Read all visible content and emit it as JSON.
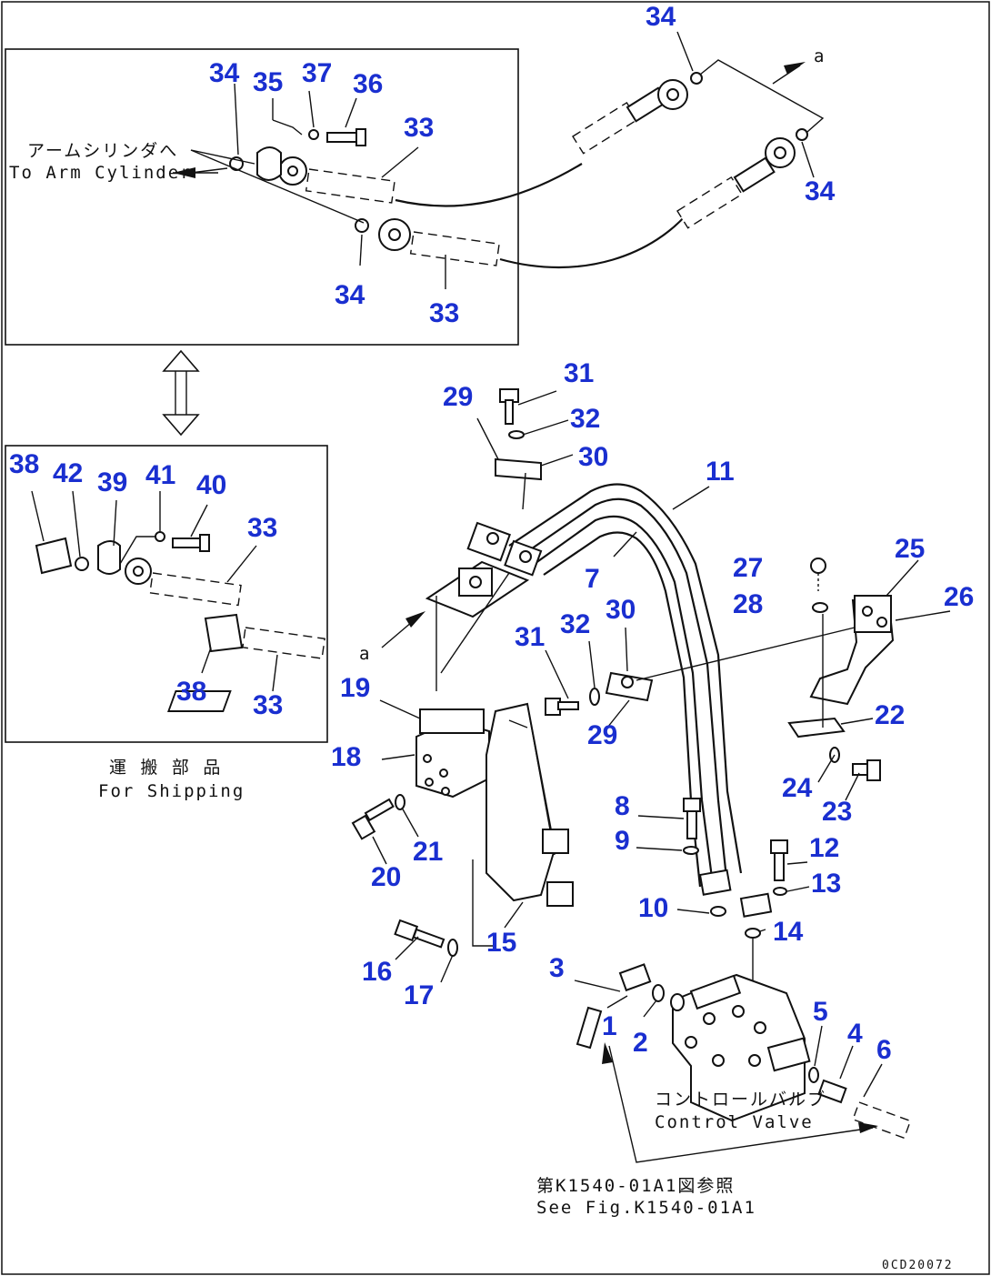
{
  "callouts": [
    "1",
    "2",
    "3",
    "4",
    "5",
    "6",
    "7",
    "8",
    "9",
    "10",
    "11",
    "12",
    "13",
    "14",
    "15",
    "16",
    "17",
    "18",
    "19",
    "20",
    "21",
    "22",
    "23",
    "24",
    "25",
    "26",
    "27",
    "28",
    "29",
    "30",
    "31",
    "32",
    "33",
    "34",
    "35",
    "36",
    "37",
    "38",
    "39",
    "40",
    "41",
    "42"
  ],
  "labels": {
    "arm_cylinder_jp": "アームシリンダへ",
    "arm_cylinder_en": "To Arm Cylinder",
    "shipping_jp": "運 搬 部 品",
    "shipping_en": "For Shipping",
    "control_valve_jp": "コントロールバルブ",
    "control_valve_en": "Control Valve",
    "see_fig_jp": "第K1540-01A1図参照",
    "see_fig_en": "See Fig.K1540-01A1",
    "ref_a": "a",
    "drawing_no": "0CD20072"
  },
  "colors": {
    "callout": "#1a2fd0",
    "line": "#111111"
  }
}
